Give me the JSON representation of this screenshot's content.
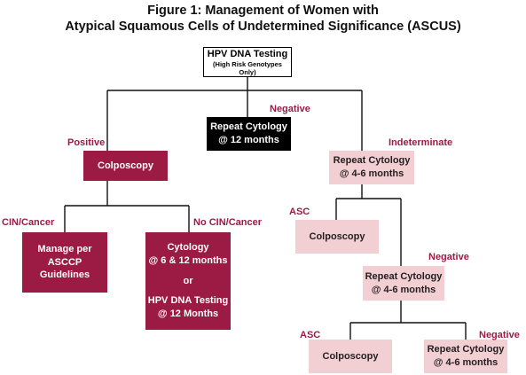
{
  "figure": {
    "title_line1": "Figure 1: Management of Women with",
    "title_line2": "Atypical Squamous Cells of Undetermined Significance (ASCUS)"
  },
  "colors": {
    "dark_box": "#9b1b45",
    "light_box": "#f2cfd3",
    "label": "#9b1b45",
    "line": "#111111"
  },
  "nodes": {
    "hpv_test": {
      "line1": "HPV DNA Testing",
      "line2": "(High Risk Genotypes Only)"
    },
    "repeat_12": {
      "line1": "Repeat Cytology",
      "line2": "@ 12 months"
    },
    "colposcopy_main": {
      "text": "Colposcopy"
    },
    "repeat_46_a": {
      "line1": "Repeat Cytology",
      "line2": "@ 4-6 months"
    },
    "manage": {
      "line1": "Manage per",
      "line2": "ASCCP",
      "line3": "Guidelines"
    },
    "cytology_followup": {
      "line1": "Cytology",
      "line2": "@ 6 & 12 months",
      "or": "or",
      "line3": "HPV DNA Testing",
      "line4": "@ 12 Months"
    },
    "colposcopy_b": {
      "text": "Colposcopy"
    },
    "repeat_46_b": {
      "line1": "Repeat Cytology",
      "line2": "@ 4-6 months"
    },
    "colposcopy_c": {
      "text": "Colposcopy"
    },
    "repeat_46_c": {
      "line1": "Repeat Cytology",
      "line2": "@ 4-6 months"
    }
  },
  "labels": {
    "negative_1": "Negative",
    "positive": "Positive",
    "indeterminate": "Indeterminate",
    "cin_cancer": "CIN/Cancer",
    "no_cin_cancer": "No CIN/Cancer",
    "asc_1": "ASC",
    "negative_2": "Negative",
    "asc_2": "ASC",
    "negative_3": "Negative"
  }
}
